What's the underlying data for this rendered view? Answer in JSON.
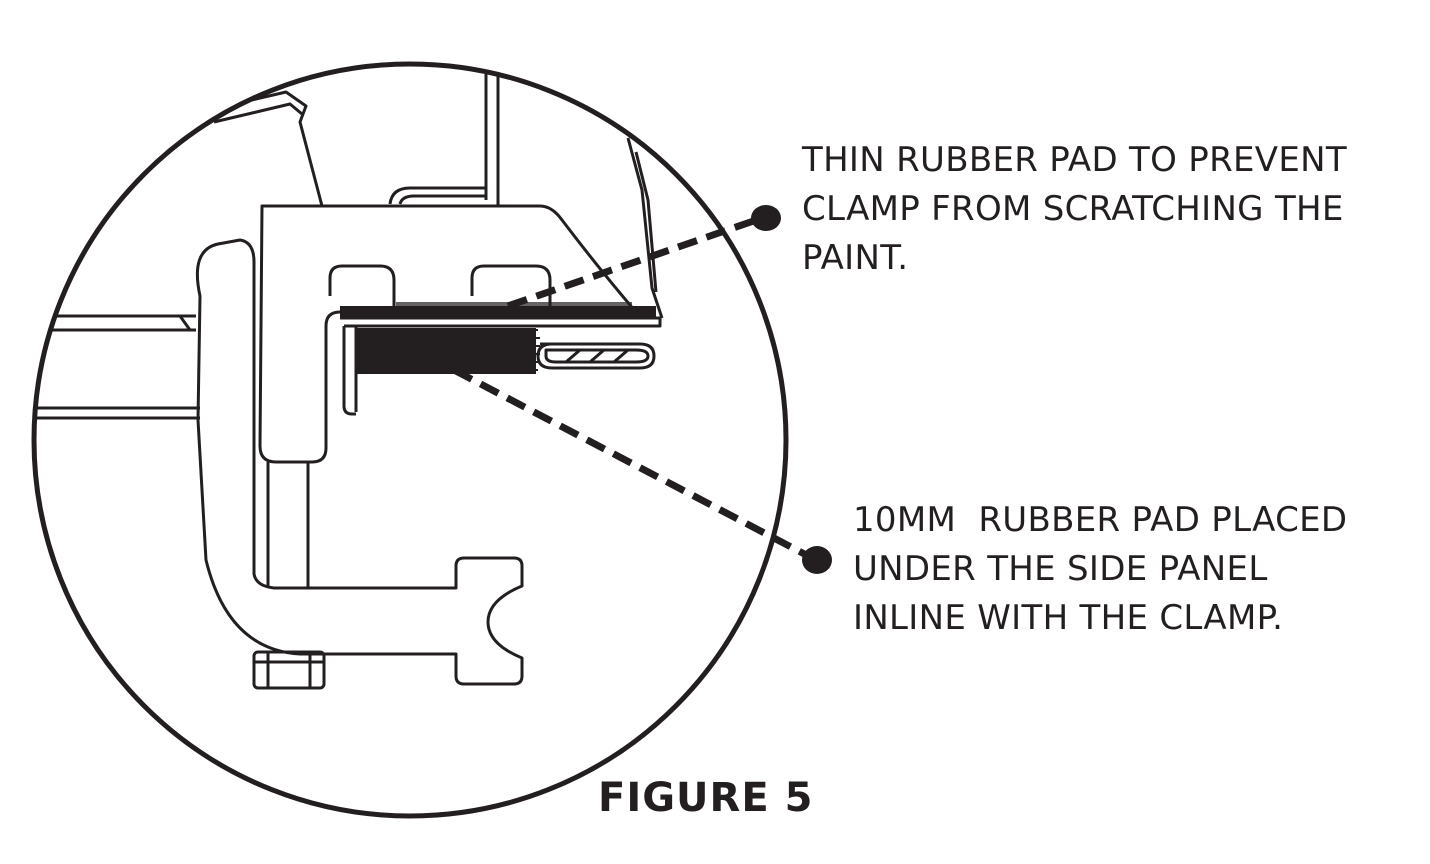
{
  "callouts": {
    "thin_pad": {
      "lines": [
        "THIN RUBBER PAD TO PREVENT",
        "CLAMP FROM SCRATCHING THE",
        "PAINT."
      ]
    },
    "thick_pad": {
      "lines": [
        "10MM  RUBBER PAD PLACED",
        "UNDER THE SIDE PANEL",
        "INLINE WITH THE CLAMP."
      ]
    }
  },
  "figure": {
    "title": "FIGURE 5"
  },
  "colors": {
    "ink": "#231f20",
    "background": "#ffffff"
  }
}
